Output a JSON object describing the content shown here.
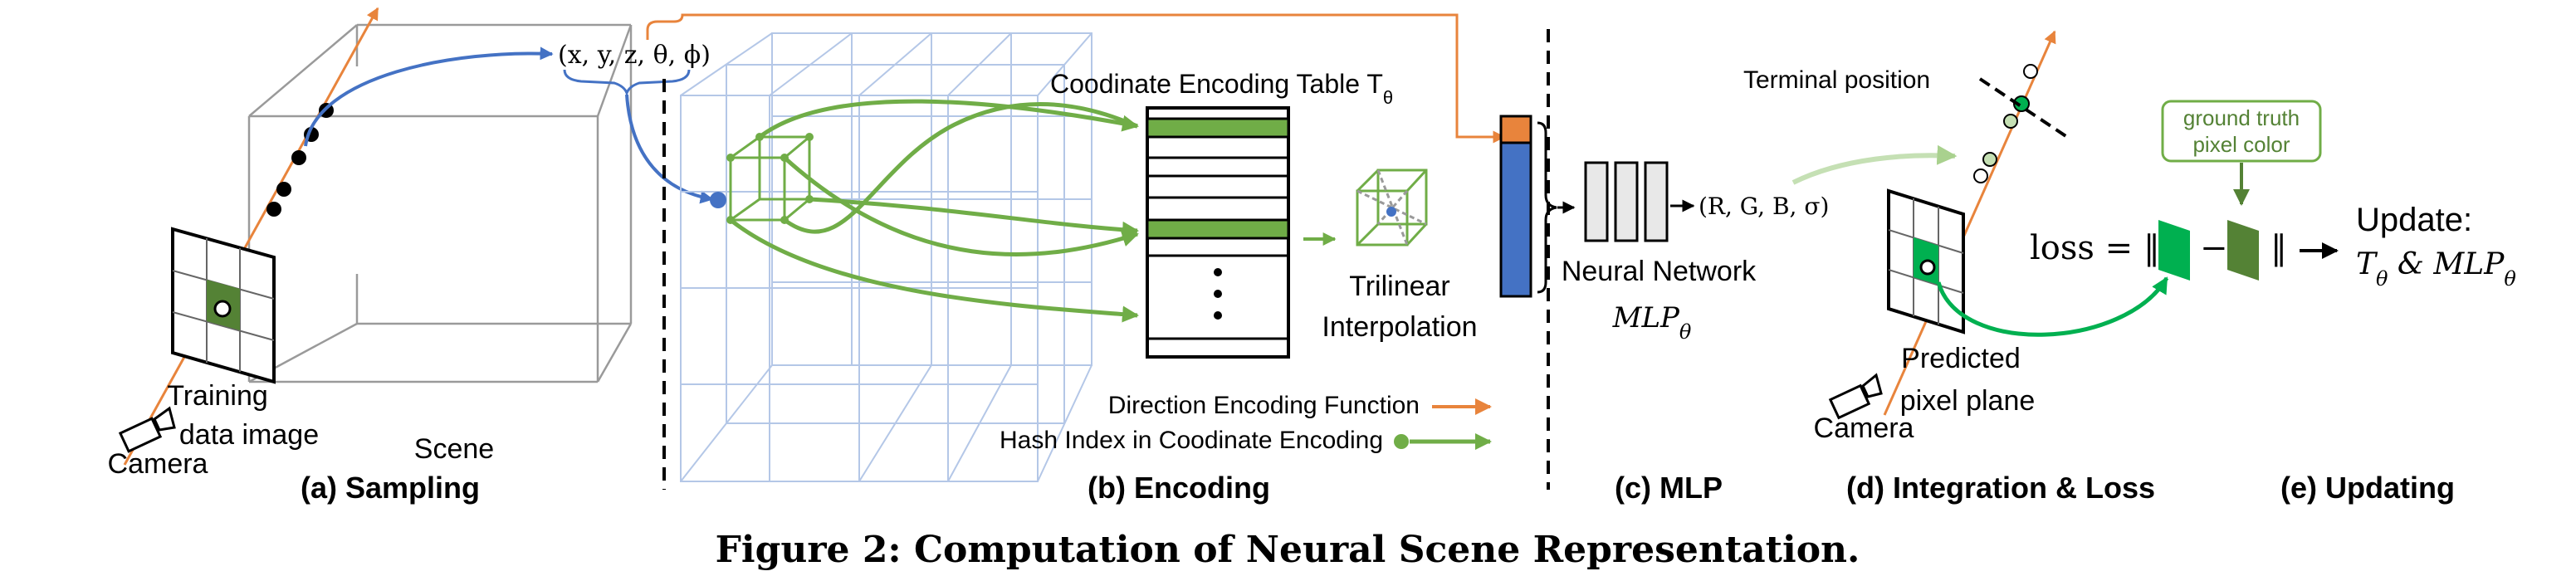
{
  "colors": {
    "orange": "#E8843C",
    "green": "#70AD47",
    "bright_green": "#00B050",
    "dark_green": "#548235",
    "light_green": "#C5E0B4",
    "blue": "#4472C4",
    "grid_blue": "#B4C7E7",
    "gray": "#9A9A9A"
  },
  "sampling": {
    "coord_tuple": "(x, y, z, θ, ϕ)",
    "training_label_line1": "Training",
    "training_label_line2": "data image",
    "scene_label": "Scene",
    "camera_label": "Camera",
    "caption": "(a) Sampling"
  },
  "encoding": {
    "table_title": "Coodinate Encoding Table T",
    "table_title_sub": "θ",
    "table_ellipsis": "⋮",
    "interp_line1": "Trilinear",
    "interp_line2": "Interpolation",
    "legend_direction": "Direction Encoding Function",
    "legend_hash": "Hash Index in Coodinate Encoding",
    "caption": "(b) Encoding"
  },
  "mlp": {
    "output": "(R, G, B, σ)",
    "label_line1": "Neural Network",
    "label_line2": "MLP",
    "label_line2_sub": "θ",
    "caption": "(c) MLP"
  },
  "integration": {
    "terminal_label": "Terminal position",
    "predicted_line1": "Predicted",
    "predicted_line2": "pixel plane",
    "camera_label": "Camera",
    "caption": "(d) Integration & Loss"
  },
  "updating": {
    "ground_truth_line1": "ground truth",
    "ground_truth_line2": "pixel color",
    "loss_prefix": "loss = ‖",
    "loss_minus": "−",
    "loss_suffix": "‖",
    "update_line1": "Update:",
    "update_line2": "T",
    "update_line2_sub": "θ",
    "update_line2_rest": " & MLP",
    "update_line2_sub2": "θ",
    "caption": "(e) Updating"
  },
  "figure_caption": "Figure 2: Computation of Neural Scene Representation."
}
